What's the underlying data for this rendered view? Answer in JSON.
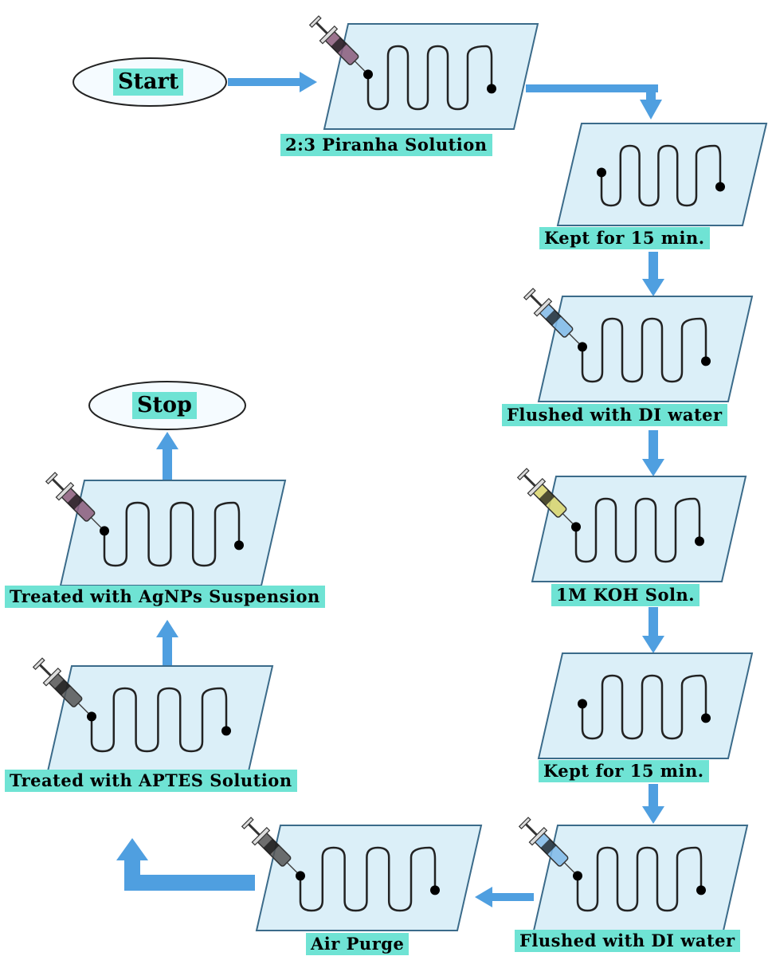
{
  "title": "",
  "colors": {
    "label_bg": "#6fe3d4",
    "chip_fill": "#dbeff8",
    "chip_stroke": "#3b6b8a",
    "arrow": "#4f9fe0",
    "channel": "#222222"
  },
  "terminals": {
    "start": "Start",
    "stop": "Stop"
  },
  "steps": [
    {
      "id": "step1",
      "label": "2:3 Piranha Solution",
      "syringe": "purple"
    },
    {
      "id": "step2",
      "label": "Kept for 15 min.",
      "syringe": "none"
    },
    {
      "id": "step3",
      "label": "Flushed with DI water",
      "syringe": "blue"
    },
    {
      "id": "step4",
      "label": "1M KOH Soln.",
      "syringe": "yellow"
    },
    {
      "id": "step5",
      "label": "Kept for 15 min.",
      "syringe": "none"
    },
    {
      "id": "step6",
      "label": "Flushed with DI water",
      "syringe": "blue"
    },
    {
      "id": "step7",
      "label": "Air Purge",
      "syringe": "dark"
    },
    {
      "id": "step8",
      "label": "Treated with APTES Solution",
      "syringe": "dark"
    },
    {
      "id": "step9",
      "label": "Treated with AgNPs Suspension",
      "syringe": "purple"
    }
  ],
  "syringe_colors": {
    "purple": "#8a5a7a",
    "blue": "#7fb8e8",
    "yellow": "#d8d36a",
    "dark": "#555555"
  }
}
